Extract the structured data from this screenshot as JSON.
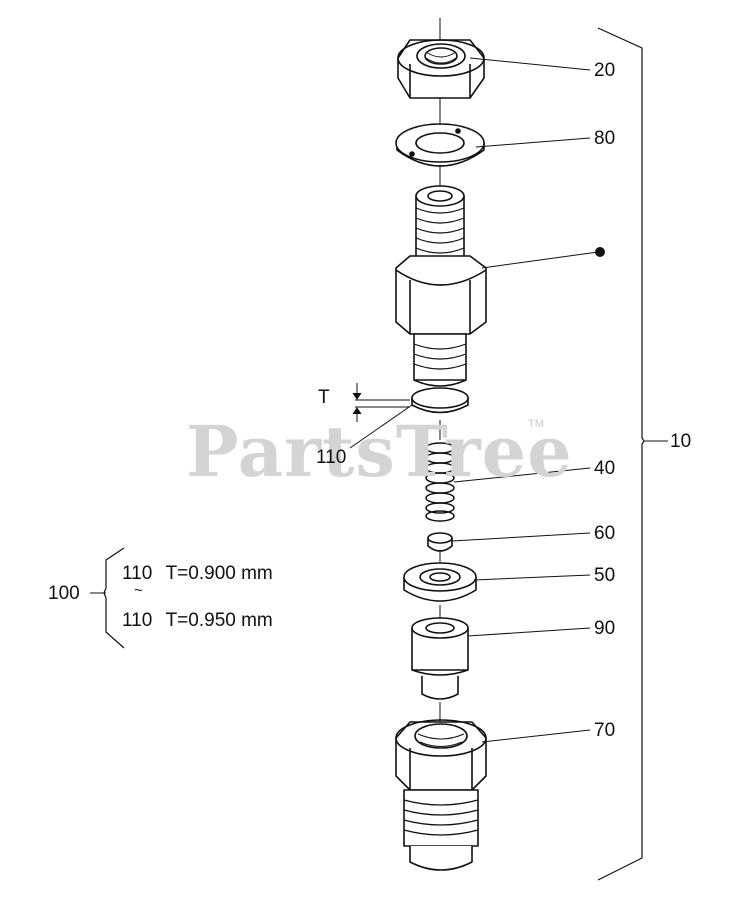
{
  "watermark": {
    "text": "PartsTree",
    "tm": "TM"
  },
  "callouts": {
    "c20": "20",
    "c80": "80",
    "c10": "10",
    "c110": "110",
    "cT": "T",
    "c40": "40",
    "c60": "60",
    "c50": "50",
    "c90": "90",
    "c70": "70",
    "c100": "100"
  },
  "spec": {
    "row1_part": "110",
    "row1_value": "T=0.900 mm",
    "tilde": "~",
    "row2_part": "110",
    "row2_value": "T=0.950 mm"
  }
}
